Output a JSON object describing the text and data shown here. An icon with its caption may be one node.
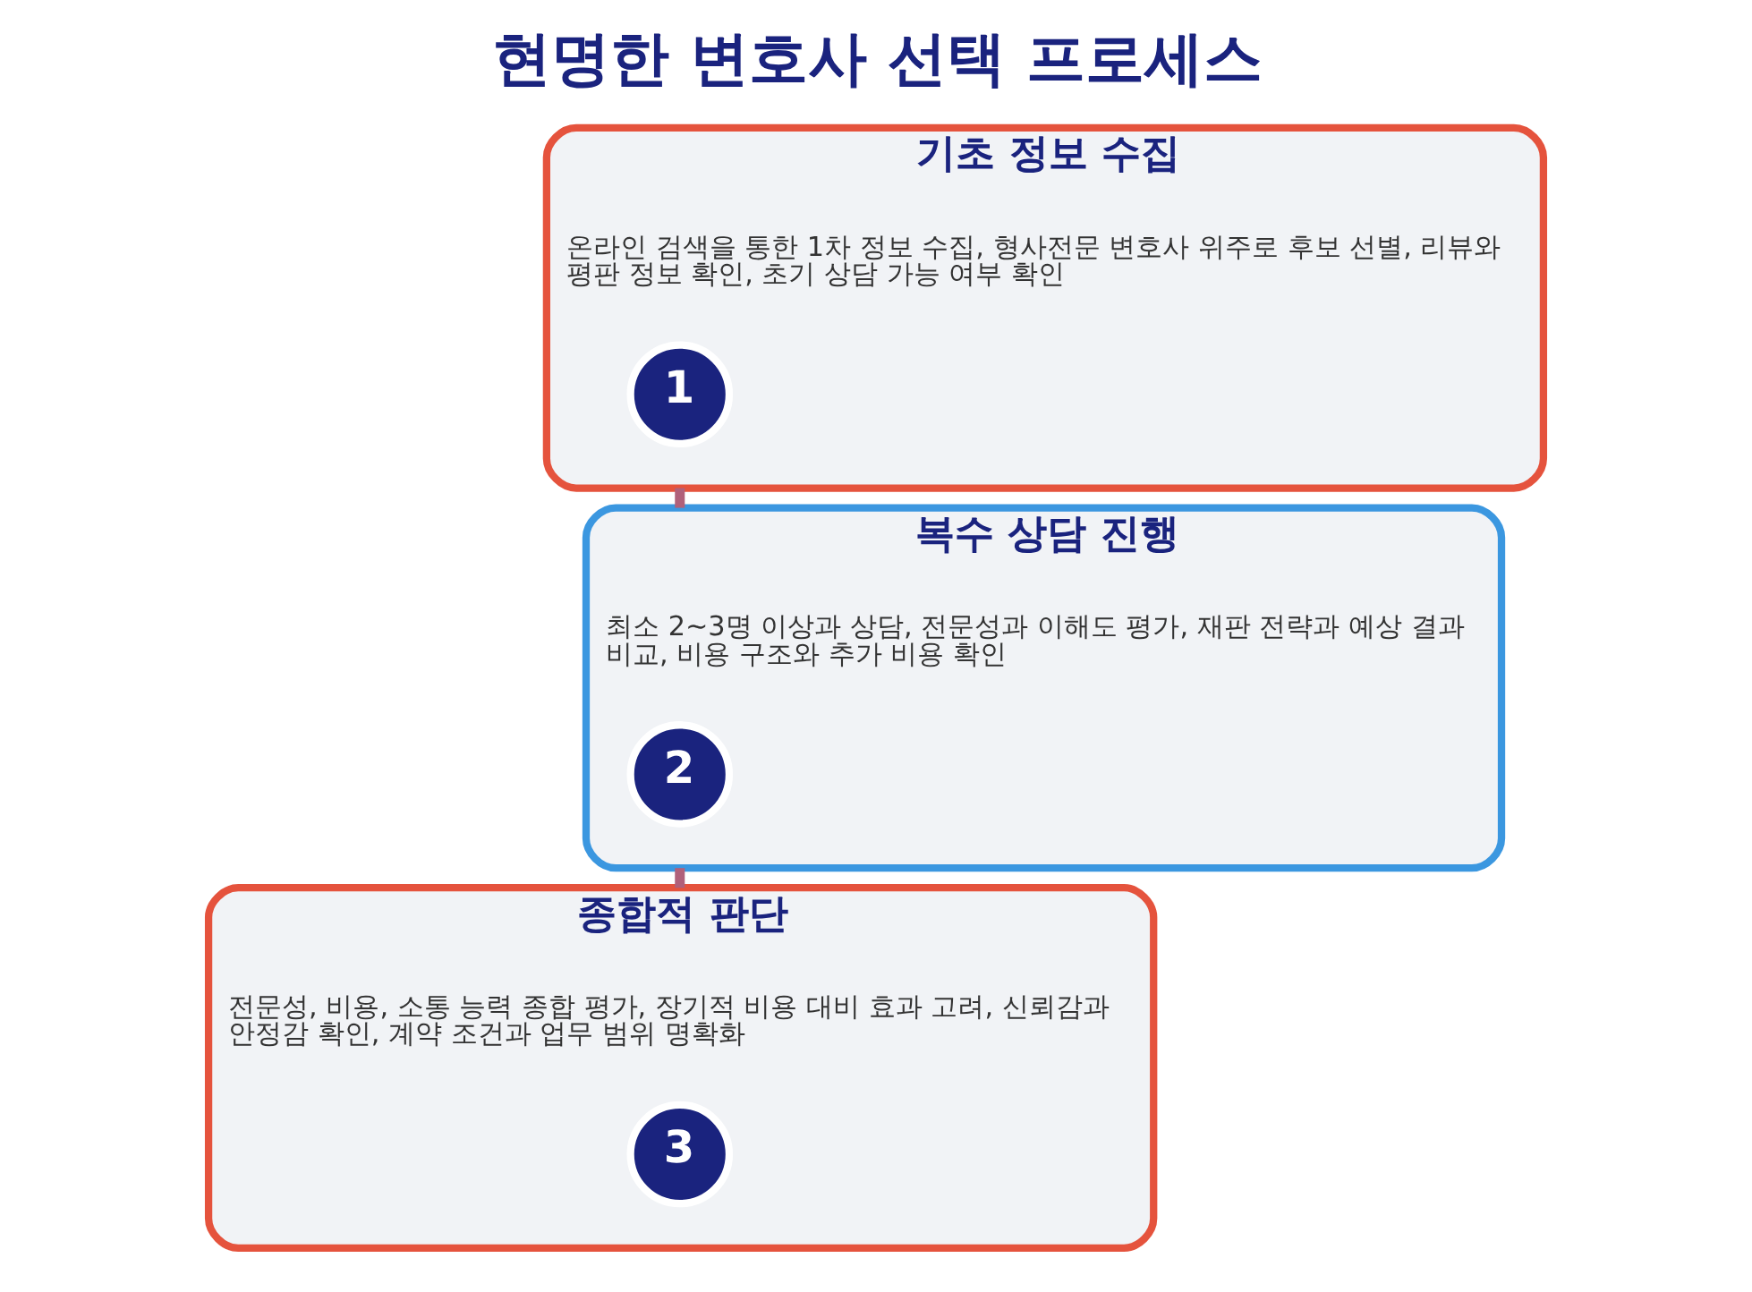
{
  "diagram": {
    "title": "현명한 변호사 선택 프로세스",
    "nodes": [
      {
        "text": [
          "기초 정보 수집",
          "온라인 검색을 통한 1차 정보 수집, 형사전문 변호사 위주로 후보 선별, 리뷰와 평판 정보 확인, 초기 상담 가능 여부 확인"
        ]
      },
      {
        "text": [
          "1"
        ],
        "in": 0
      },
      {
        "text": [
          "복수 상담 진행",
          "최소 2~3명 이상과 상담, 전문성과 이해도 평가, 재판 전략과 예상 결과 비교, 비용 구조와 추가 비용 확인"
        ]
      },
      {
        "text": [
          "2"
        ],
        "in": 2
      },
      {
        "text": [
          "종합적 판단",
          "전문성, 비용, 소통 능력 종합 평가, 장기적 비용 대비 효과 고려, 신뢰감과 안정감 확인, 계약 조건과 업무 범위 명확화"
        ]
      },
      {
        "text": [
          "3"
        ],
        "in": 4
      }
    ],
    "edges": [
      {
        "from": 0,
        "to": 2,
        "arrow": "none"
      },
      {
        "from": 2,
        "to": 4,
        "arrow": "none"
      }
    ]
  }
}
